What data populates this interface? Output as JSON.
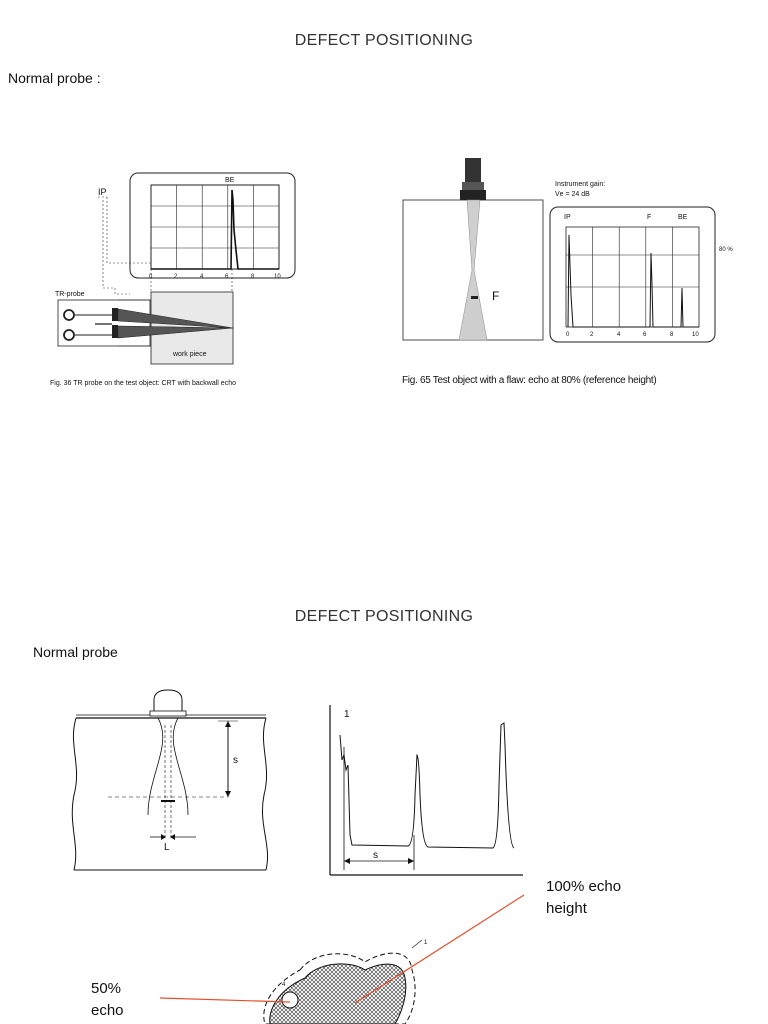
{
  "page": {
    "title_top": "DEFECT POSITIONING",
    "subtitle_top": "Normal probe :",
    "title_bottom": "DEFECT POSITIONING",
    "subtitle_bottom": "Normal probe"
  },
  "fig36": {
    "caption": "Fig. 36 TR probe on the test object: CRT with backwall echo",
    "ip_label": "IP",
    "be_label": "BE",
    "probe_label": "TR-probe",
    "work_piece_label": "work piece",
    "ticks": [
      "0",
      "2",
      "4",
      "6",
      "8",
      "10"
    ]
  },
  "fig65": {
    "caption": "Fig. 65 Test object with a flaw: echo at 80% (reference height)",
    "gain_line1": "Instrument gain:",
    "gain_line2": "Vе = 24 dB",
    "ip_label": "IP",
    "f_label": "F",
    "be_label": "BE",
    "flaw_label": "F",
    "side_label": "80 %",
    "ticks": [
      "0",
      "2",
      "4",
      "6",
      "8",
      "10"
    ]
  },
  "fig_bottom": {
    "s_label": "s",
    "l_label": "L",
    "peak_label": "1",
    "s_scope_label": "s",
    "defect_label_1": "1",
    "defect_label_4": "4"
  },
  "annotations": {
    "echo100_line1": "100% echo",
    "echo100_line2": "height",
    "echo50_line1": "50%",
    "echo50_line2": "echo"
  },
  "colors": {
    "arrow": "#e2502a",
    "line": "#222222"
  }
}
